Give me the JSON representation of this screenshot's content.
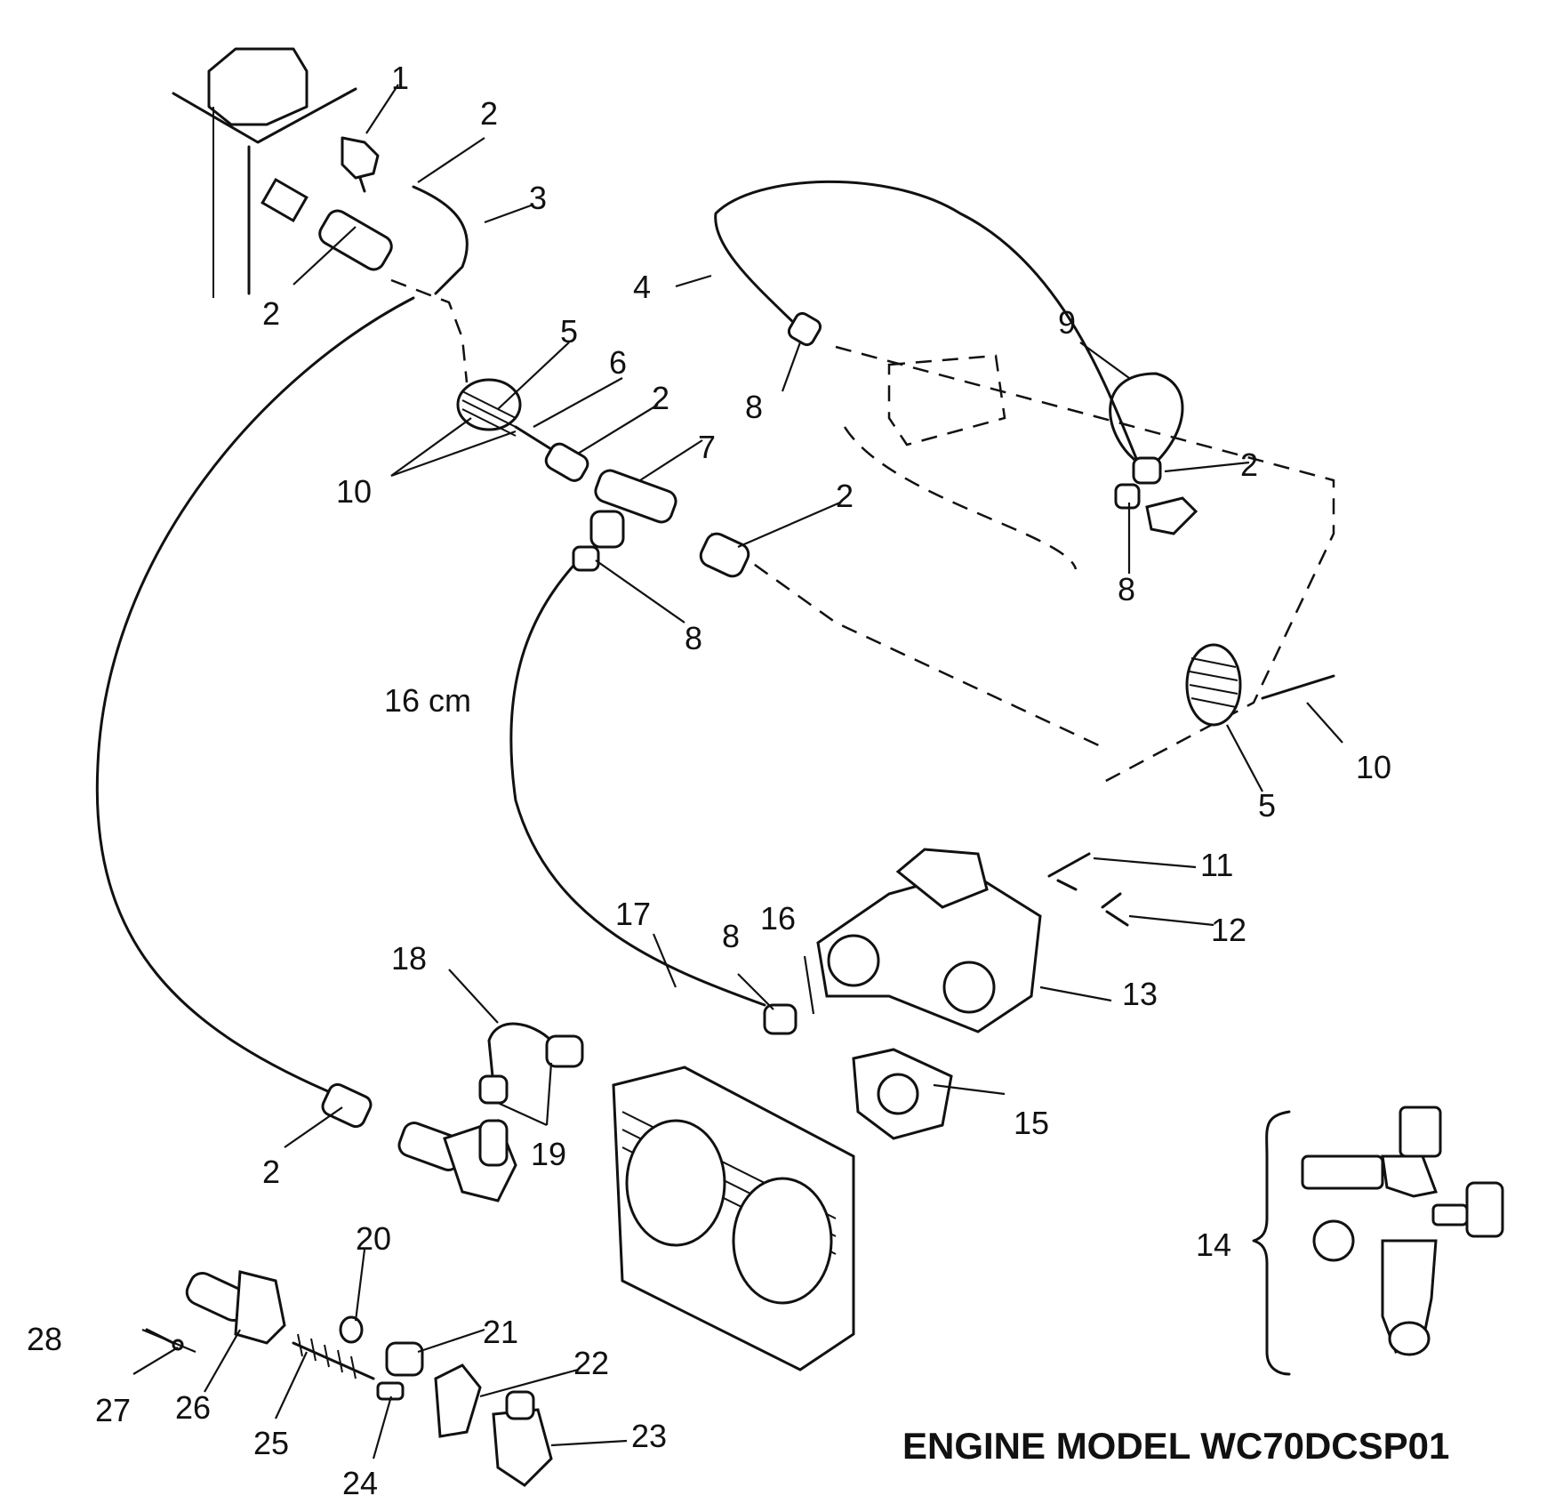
{
  "diagram": {
    "model_label": "ENGINE MODEL WC70DCSP01",
    "hose_length_label": "16 cm",
    "callouts": {
      "c1": "1",
      "c2a": "2",
      "c3": "3",
      "c2b": "2",
      "c4": "4",
      "c8a": "8",
      "c9": "9",
      "c5a": "5",
      "c6": "6",
      "c2c": "2",
      "c10a": "10",
      "c7": "7",
      "c2d": "2",
      "c2e": "2",
      "c8b": "8",
      "c8c": "8",
      "c10b": "10",
      "c5b": "5",
      "c11": "11",
      "c12": "12",
      "c17": "17",
      "c8d": "8",
      "c16": "16",
      "c18": "18",
      "c13": "13",
      "c15": "15",
      "c19": "19",
      "c2f": "2",
      "c14": "14",
      "c20": "20",
      "c21": "21",
      "c22": "22",
      "c28": "28",
      "c27": "27",
      "c26": "26",
      "c25": "25",
      "c23": "23",
      "c24": "24"
    }
  }
}
